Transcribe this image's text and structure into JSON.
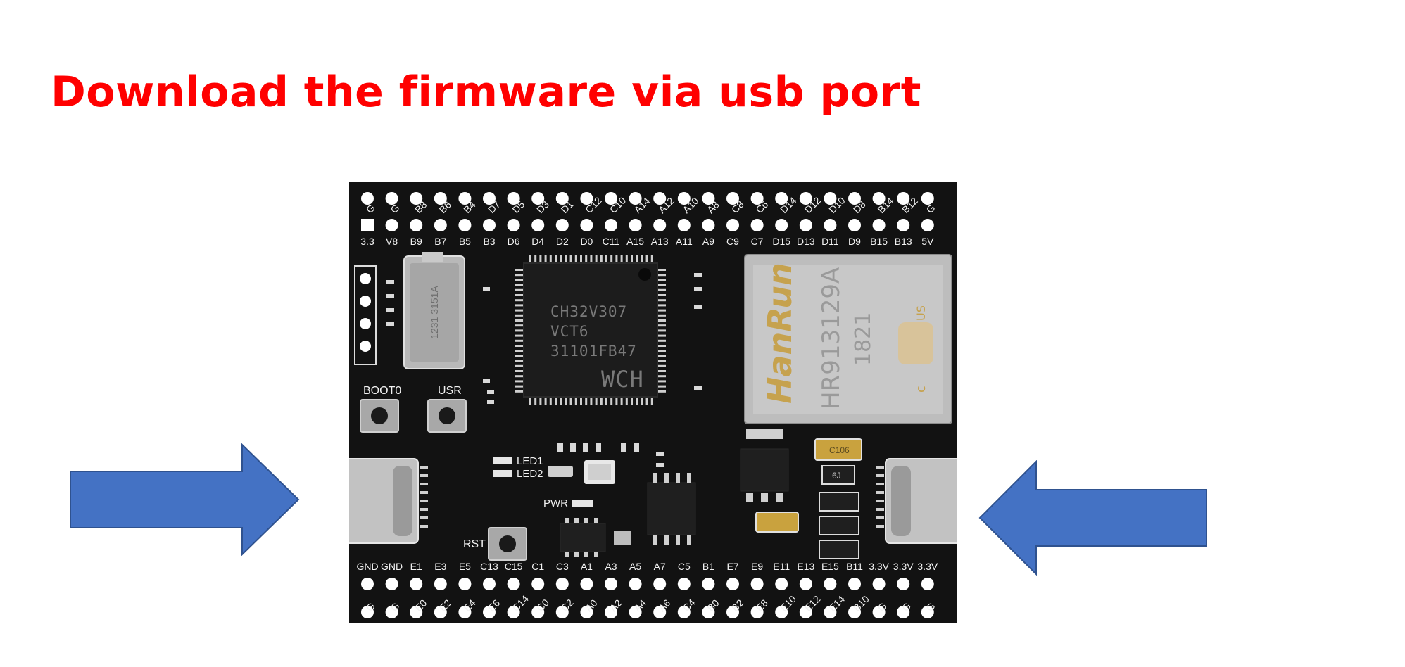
{
  "title": "Download the firmware via usb port",
  "board": {
    "top_pins_upper": [
      "G",
      "G",
      "B8",
      "B6",
      "B4",
      "D7",
      "D5",
      "D3",
      "D1",
      "C12",
      "C10",
      "A14",
      "A12",
      "A10",
      "A8",
      "C8",
      "C6",
      "D14",
      "D12",
      "D10",
      "D8",
      "B14",
      "B12",
      "G"
    ],
    "top_pins_lower": [
      "3.3",
      "V8",
      "B9",
      "B7",
      "B5",
      "B3",
      "D6",
      "D4",
      "D2",
      "D0",
      "C11",
      "A15",
      "A13",
      "A11",
      "A9",
      "C9",
      "C7",
      "D15",
      "D13",
      "D11",
      "D9",
      "B15",
      "B13",
      "5V"
    ],
    "bottom_pins_upper": [
      "GND",
      "GND",
      "E1",
      "E3",
      "E5",
      "C13",
      "C15",
      "C1",
      "C3",
      "A1",
      "A3",
      "A5",
      "A7",
      "C5",
      "B1",
      "E7",
      "E9",
      "E11",
      "E13",
      "E15",
      "B11",
      "3.3V",
      "3.3V",
      "3.3V"
    ],
    "bottom_pins_lower": [
      "G",
      "G",
      "E0",
      "E2",
      "E4",
      "E6",
      "C14",
      "C0",
      "C2",
      "A0",
      "A2",
      "A4",
      "A6",
      "C4",
      "B0",
      "B2",
      "E8",
      "E10",
      "E12",
      "E14",
      "B10",
      "G",
      "G",
      "G"
    ],
    "chip_lines": [
      "CH32V307",
      "VCT6",
      "31101FB47",
      "WCH"
    ],
    "ethernet_brand": "HanRun",
    "ethernet_model": "HR913129A",
    "ethernet_code": "1821",
    "ethernet_cert": "US",
    "ethernet_cert_c": "c",
    "sd_slot_text": "1231 3151A",
    "labels": {
      "boot0": "BOOT0",
      "usr": "USR",
      "led1": "LED1",
      "led2": "LED2",
      "pwr": "PWR",
      "rst": "RST",
      "cap": "C106",
      "reg": "6J"
    }
  },
  "colors": {
    "title": "#ff0000",
    "arrow": "#4472c4",
    "pcb": "#121212"
  }
}
